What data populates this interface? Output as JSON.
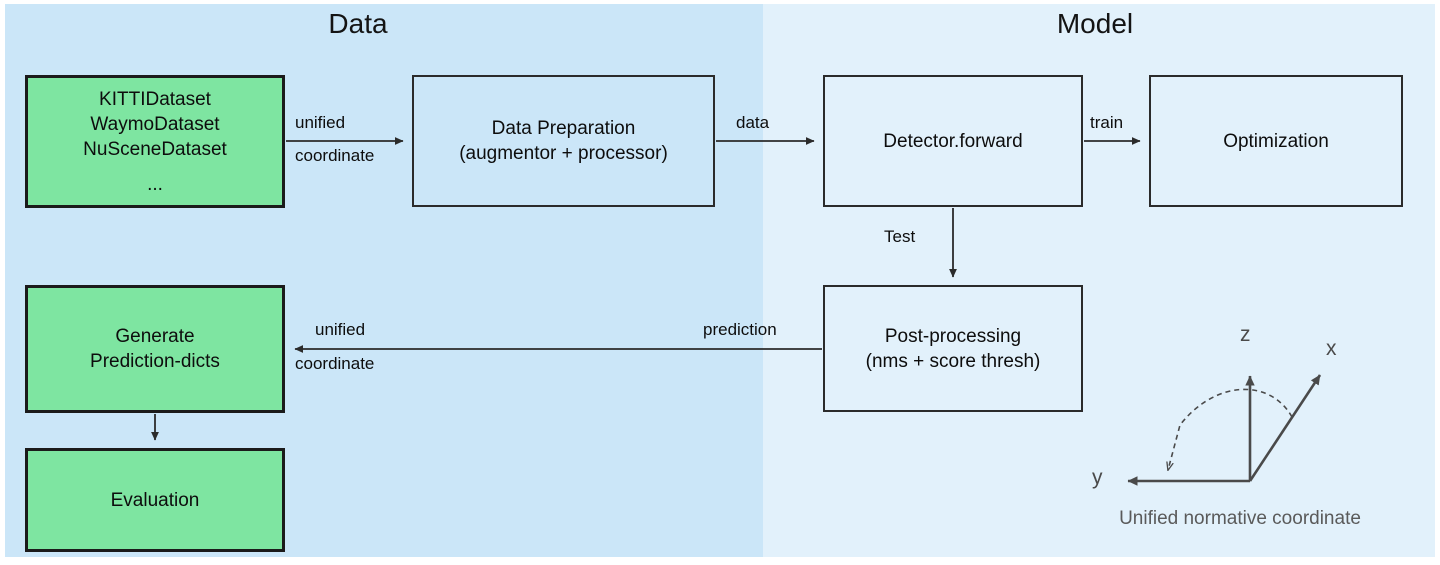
{
  "figure": {
    "panels": [
      {
        "id": "data",
        "title": "Data",
        "color": "#cbe6f8"
      },
      {
        "id": "model",
        "title": "Model",
        "color": "#e2f1fb"
      }
    ],
    "node_fill_green": "#7ee5a1",
    "arrow_color": "#2b2b2b"
  },
  "nodes": {
    "datasets": {
      "lines": [
        "KITTIDataset",
        "WaymoDataset",
        "NuSceneDataset"
      ],
      "ellipsis": "...",
      "style": "green"
    },
    "data_preparation": {
      "lines": [
        "Data Preparation",
        "(augmentor + processor)"
      ],
      "style": "plain"
    },
    "detector": {
      "lines": [
        "Detector.forward"
      ],
      "style": "plain"
    },
    "optimization": {
      "lines": [
        "Optimization"
      ],
      "style": "plain"
    },
    "post_processing": {
      "lines": [
        "Post-processing",
        "(nms + score thresh)"
      ],
      "style": "plain"
    },
    "generate_prediction_dicts": {
      "lines": [
        "Generate",
        "Prediction-dicts"
      ],
      "style": "green"
    },
    "evaluation": {
      "lines": [
        "Evaluation"
      ],
      "style": "green"
    }
  },
  "edges": [
    {
      "id": "datasets-to-dataprep",
      "label_top": "unified",
      "label_bottom": "coordinate"
    },
    {
      "id": "dataprep-to-detector",
      "label_top": "data",
      "label_bottom": ""
    },
    {
      "id": "detector-to-optimization",
      "label_top": "train",
      "label_bottom": ""
    },
    {
      "id": "detector-to-postproc",
      "label_top": "Test",
      "label_bottom": ""
    },
    {
      "id": "postproc-to-generate",
      "label_top": "prediction",
      "label_bottom": ""
    },
    {
      "id": "postproc-to-generate-2",
      "label_top": "unified",
      "label_bottom": "coordinate"
    },
    {
      "id": "generate-to-evaluation",
      "label_top": "",
      "label_bottom": ""
    }
  ],
  "coordinate_diagram": {
    "axes": [
      "z",
      "x",
      "y"
    ],
    "caption": "Unified normative coordinate",
    "color": "#4a4a4a"
  }
}
